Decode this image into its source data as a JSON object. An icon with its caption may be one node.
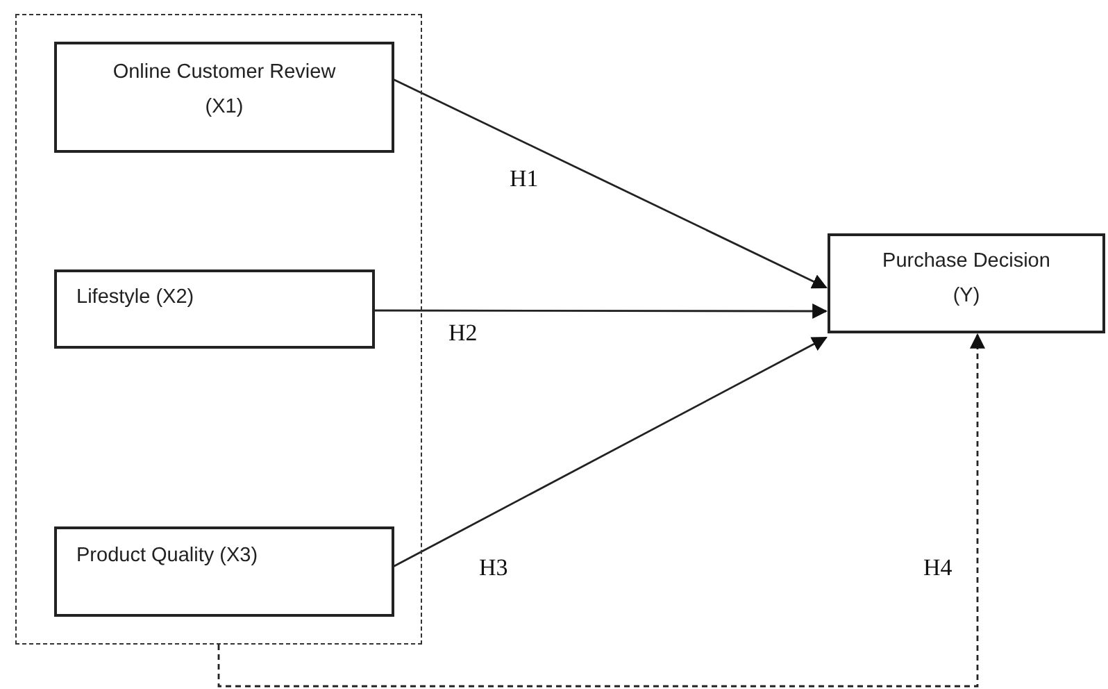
{
  "diagram": {
    "nodes": [
      {
        "text": [],
        "shape": "box"
      },
      {
        "text": [
          "Online Customer Review (X1)"
        ],
        "in": 0
      },
      {
        "text": [
          "Lifestyle (X2)"
        ],
        "in": 0
      },
      {
        "text": [
          "Product Quality (X3)"
        ],
        "in": 0
      },
      {
        "text": [
          "Purchase Decision (Y)"
        ]
      }
    ],
    "edges": [
      {
        "from": 1,
        "to": 4,
        "arrow": "to",
        "label": "H1"
      },
      {
        "from": 2,
        "to": 4,
        "arrow": "to",
        "label": "H2"
      },
      {
        "from": 3,
        "to": 4,
        "arrow": "to",
        "label": "H3"
      },
      {
        "from": 0,
        "to": 4,
        "arrow": "to",
        "label": "H4",
        "style": "dashed"
      }
    ]
  }
}
